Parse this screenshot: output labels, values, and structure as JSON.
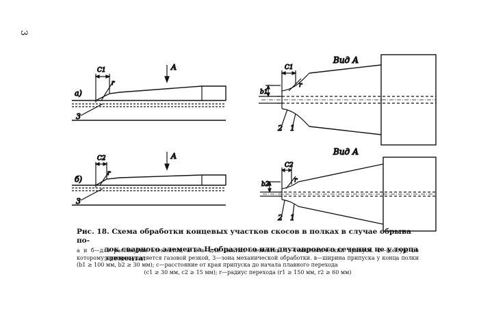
{
  "page_number": "3",
  "labels": {
    "fig_a": "a)",
    "fig_b": "б)",
    "view_a1": "Вид А",
    "view_a2": "Вид А",
    "arrow_a": "A",
    "arrow_b": "A",
    "c1": "C1",
    "c2": "C2",
    "b1": "b1",
    "b2": "b2",
    "r": "r",
    "n1": "1",
    "n2": "2",
    "n3": "3"
  },
  "caption": {
    "prefix": "Рис. 18.",
    "title_line1": "Схема обработки концевых участков скосов в полках в случае обрыва по-",
    "title_line2": "лок сварного элемента Н-образного или двутаврового сечения не у торца элемента:",
    "desc_line1": "а и б—для растянутых элементов, а и в—для сжатых элементов. 1—технологический припуск. 2—контур,",
    "desc_line2": "по которому припуск удаляется газовой резкой, 3—зона механической обработки. в—ширина припуска",
    "desc_line3": "у конца полки (b1 ≥ 100 мм, b2 ≥ 30 мм); с—расстояние от края припуска до начала плавного перехода",
    "desc_line4": "(c1 ≥ 30 мм, c2 ≥ 15 мм); r—радиус перехода (r1 ≥ 150 мм, r2 ≥ 60 мм)"
  }
}
